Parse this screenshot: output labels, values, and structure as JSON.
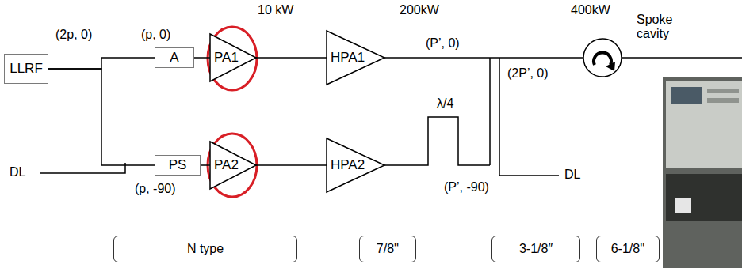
{
  "diagram": {
    "nodes": [
      {
        "text": [
          "LLRF"
        ]
      },
      {
        "text": [
          "A"
        ]
      },
      {
        "text": [
          "PA1"
        ]
      },
      {
        "text": [
          "HPA1"
        ]
      },
      {
        "text": [
          "PS"
        ]
      },
      {
        "text": [
          "PA2"
        ]
      },
      {
        "text": [
          "HPA2"
        ]
      },
      {
        "text": [
          "N type"
        ]
      },
      {
        "text": [
          "7/8''"
        ]
      },
      {
        "text": [
          "3-1/8″"
        ]
      },
      {
        "text": [
          "6-1/8''"
        ]
      }
    ],
    "edges": [
      {
        "from": 0,
        "to": 1,
        "arrow": "none"
      },
      {
        "from": 0,
        "to": 4,
        "arrow": "none"
      },
      {
        "from": 1,
        "to": 2,
        "arrow": "none"
      },
      {
        "from": 4,
        "to": 5,
        "arrow": "none"
      },
      {
        "from": 2,
        "to": 3,
        "arrow": "none"
      },
      {
        "from": 5,
        "to": 6,
        "arrow": "none"
      }
    ],
    "labels": [
      "10 kW",
      "200kW",
      "400kW",
      "(2p, 0)",
      "(p, 0)",
      "(P’, 0)",
      "(2P’, 0)",
      "Spoke cavity",
      "DL",
      "(p, -90)",
      "λ/4",
      "(P’, -90)",
      "DL"
    ]
  }
}
